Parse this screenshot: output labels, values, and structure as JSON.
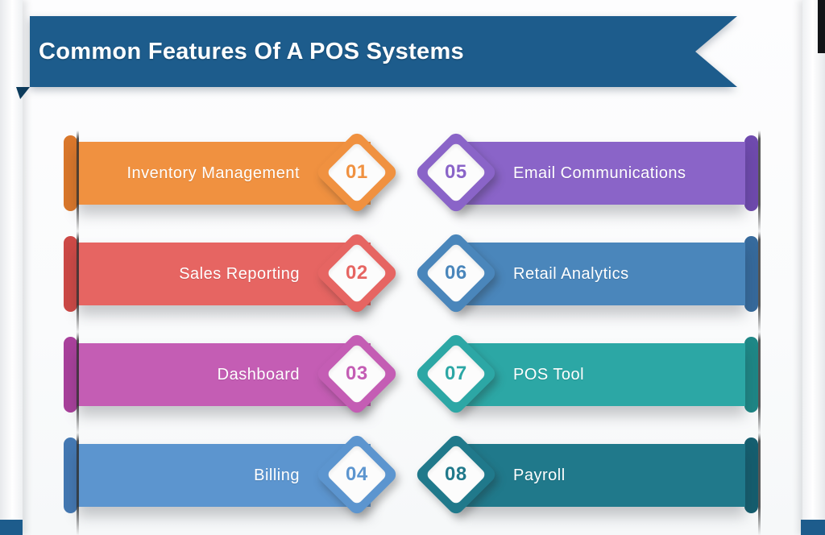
{
  "header": {
    "title": "Common Features Of A POS Systems",
    "banner_color": "#1D5C8C",
    "fold_color": "#0C3B5C"
  },
  "features": [
    {
      "number": "01",
      "label": "Inventory Management",
      "side": "left",
      "band_color": "#F09140",
      "curl_color": "#D9772B"
    },
    {
      "number": "02",
      "label": "Sales Reporting",
      "side": "left",
      "band_color": "#E66562",
      "curl_color": "#CC4946"
    },
    {
      "number": "03",
      "label": "Dashboard",
      "side": "left",
      "band_color": "#C45DB4",
      "curl_color": "#A8409B"
    },
    {
      "number": "04",
      "label": "Billing",
      "side": "left",
      "band_color": "#5C95CF",
      "curl_color": "#4478B2"
    },
    {
      "number": "05",
      "label": "Email Communications",
      "side": "right",
      "band_color": "#8A64C8",
      "curl_color": "#6F4AAE"
    },
    {
      "number": "06",
      "label": "Retail Analytics",
      "side": "right",
      "band_color": "#4A86BB",
      "curl_color": "#366A9C"
    },
    {
      "number": "07",
      "label": "POS Tool",
      "side": "right",
      "band_color": "#2CA7A5",
      "curl_color": "#1E8786"
    },
    {
      "number": "08",
      "label": "Payroll",
      "side": "right",
      "band_color": "#20798B",
      "curl_color": "#155E6F"
    }
  ],
  "decor": {
    "edge_ribbon_tip_color": "#1D5C8C",
    "top_right_mark_color": "#121417"
  }
}
